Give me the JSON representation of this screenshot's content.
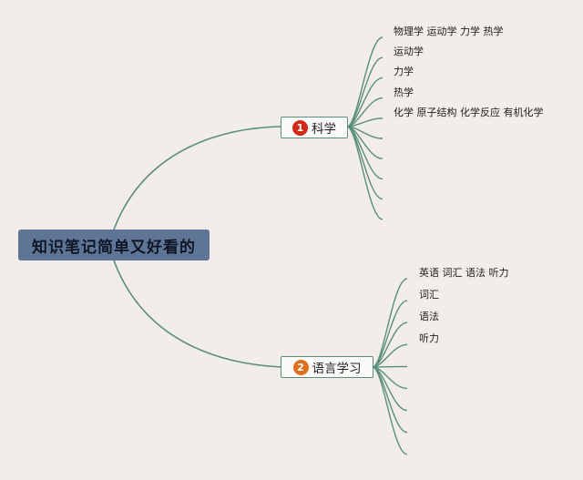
{
  "root": {
    "label": "知识笔记简单又好看的"
  },
  "colors": {
    "background": "#f3ede9",
    "root_fill": "#5f7595",
    "line": "#5a8f7c",
    "badge_1": "#d12a19",
    "badge_2": "#e0701e"
  },
  "branches": [
    {
      "number": "1",
      "label": "科学",
      "leaves": [
        "物理学 运动学 力学 热学",
        "运动学",
        "力学",
        "热学",
        "化学 原子结构 化学反应 有机化学",
        "",
        "",
        "",
        "",
        ""
      ]
    },
    {
      "number": "2",
      "label": "语言学习",
      "leaves": [
        "英语 词汇 语法 听力",
        "词汇",
        "语法",
        "听力",
        "",
        "",
        "",
        "",
        ""
      ]
    }
  ]
}
